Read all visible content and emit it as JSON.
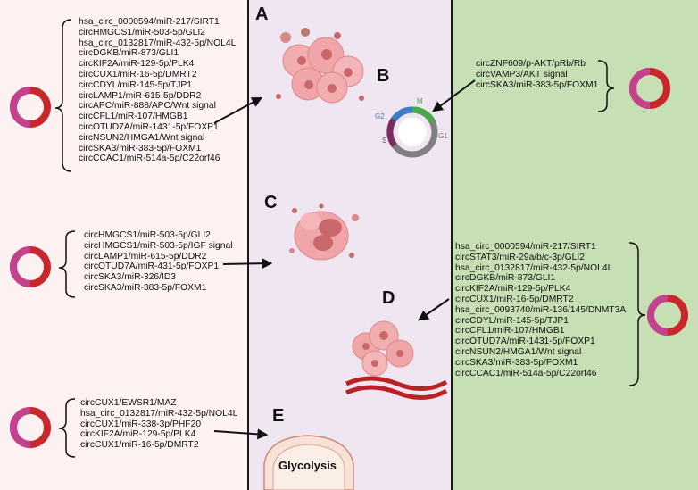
{
  "panel_labels": {
    "A": "A",
    "B": "B",
    "C": "C",
    "D": "D",
    "E": "E"
  },
  "cell_cycle": {
    "M": "M",
    "G2": "G2",
    "S": "S",
    "G1": "G1"
  },
  "glycolysis_label": "Glycolysis",
  "lists": {
    "a": [
      "hsa_circ_0000594/miR-217/SIRT1",
      "circHMGCS1/miR-503-5p/GLI2",
      "hsa_circ_0132817/miR-432-5p/NOL4L",
      "circDGKB/miR-873/GLI1",
      "circKIF2A/miR-129-5p/PLK4",
      "circCUX1/miR-16-5p/DMRT2",
      "circCDYL/miR-145-5p/TJP1",
      "circLAMP1/miR-615-5p/DDR2",
      "circAPC/miR-888/APC/Wnt signal",
      "circCFL1/miR-107/HMGB1",
      "circOTUD7A/miR-1431-5p/FOXP1",
      "circNSUN2/HMGA1/Wnt signal",
      "circSKA3/miR-383-5p/FOXM1",
      "circCCAC1/miR-514a-5p/C22orf46"
    ],
    "c": [
      "circHMGCS1/miR-503-5p/GLI2",
      "circHMGCS1/miR-503-5p/IGF signal",
      "circLAMP1/miR-615-5p/DDR2",
      "circOTUD7A/miR-431-5p/FOXP1",
      "circSKA3/miR-326/ID3",
      "circSKA3/miR-383-5p/FOXM1"
    ],
    "e": [
      "circCUX1/EWSR1/MAZ",
      "hsa_circ_0132817/miR-432-5p/NOL4L",
      "circCUX1/miR-338-3p/PHF20",
      "circKIF2A/miR-129-5p/PLK4",
      "circCUX1/miR-16-5p/DMRT2"
    ],
    "b": [
      "circZNF609/p-AKT/pRb/Rb",
      "circVAMP3/AKT signal",
      "circSKA3/miR-383-5p/FOXM1"
    ],
    "d": [
      "hsa_circ_0000594/miR-217/SIRT1",
      "circSTAT3/miR-29a/b/c-3p/GLI2",
      "hsa_circ_0132817/miR-432-5p/NOL4L",
      "circDGKB/miR-873/GLI1",
      "circKIF2A/miR-129-5p/PLK4",
      "circCUX1/miR-16-5p/DMRT2",
      "hsa_circ_0093740/miR-136/145/DNMT3A",
      "circCDYL/miR-145-5p/TJP1",
      "circCFL1/miR-107/HMGB1",
      "circOTUD7A/miR-1431-5p/FOXP1",
      "circNSUN2/HMGA1/Wnt signal",
      "circSKA3/miR-383-5p/FOXM1",
      "circCCAC1/miR-514a-5p/C22orf46"
    ]
  },
  "colors": {
    "left_bg": "#fdf1f1",
    "middle_bg": "#f0e6f1",
    "right_bg": "#c7dfb4",
    "ring_red": "#c8282c",
    "ring_magenta": "#c4418e",
    "cell_pink": "#f0a6a8",
    "cell_dark": "#c9676a"
  }
}
